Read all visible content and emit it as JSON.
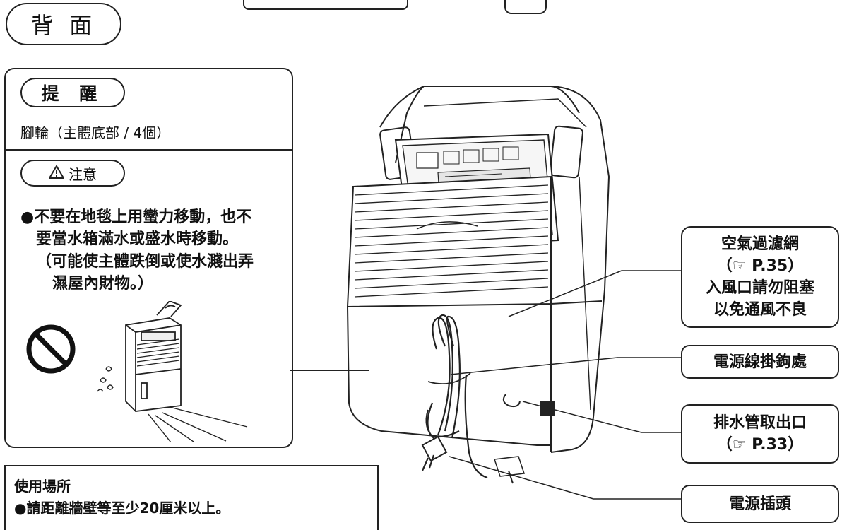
{
  "section_title": "背 面",
  "reminder": {
    "title": "提 醒",
    "caster_text": "腳輪（主體底部 / 4個）",
    "caution_title": "注意",
    "caution_lines": [
      "●不要在地毯上用蠻力移動，也不",
      "要當水箱滿水或盛水時移動。",
      "（可能使主體跌倒或使水濺出弄",
      "濕屋內財物。）"
    ]
  },
  "usage": {
    "title": "使用場所",
    "line1": "●請距離牆壁等至少20厘米以上。"
  },
  "callouts": {
    "air_filter": [
      "空氣過濾網",
      "（☞ P.35）",
      "入風口請勿阻塞",
      "以免通風不良"
    ],
    "cord_hook": "電源線掛鉤處",
    "drain_outlet": [
      "排水管取出口",
      "（☞ P.33）"
    ],
    "power_plug": "電源插頭"
  },
  "colors": {
    "line": "#222222",
    "light_gray": "#f3f3f3"
  },
  "icons": [
    "warning-triangle-icon",
    "prohibition-icon"
  ]
}
